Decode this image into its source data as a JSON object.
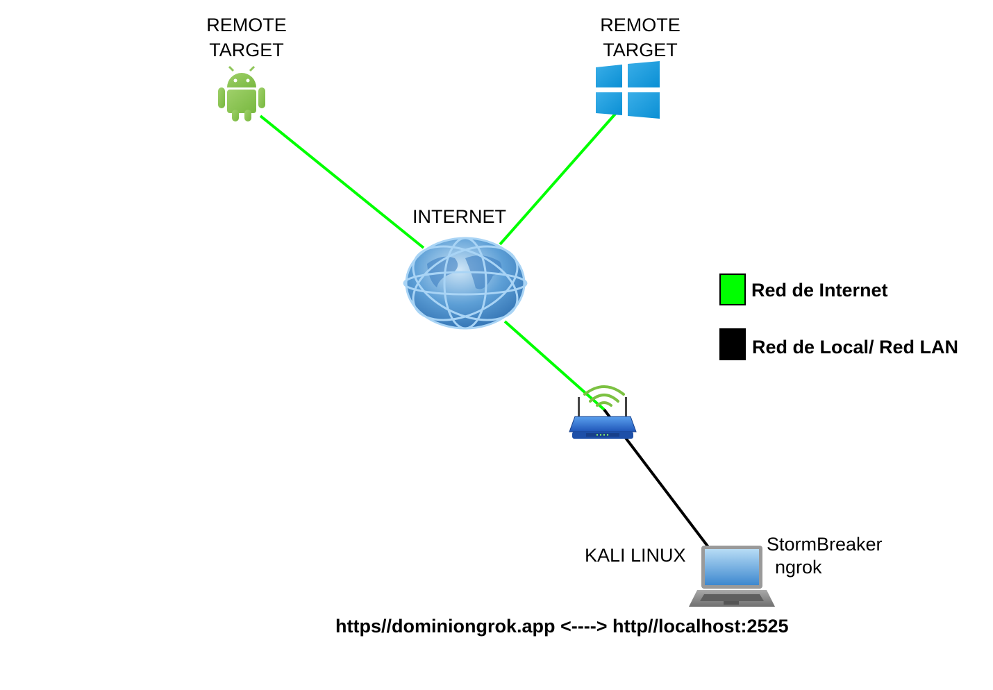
{
  "nodes": {
    "android": {
      "label_line1": "REMOTE",
      "label_line2": "TARGET",
      "icon": "android-icon"
    },
    "windows": {
      "label_line1": "REMOTE",
      "label_line2": "TARGET",
      "icon": "windows-icon"
    },
    "internet": {
      "label": "INTERNET",
      "icon": "globe-icon"
    },
    "router": {
      "icon": "wifi-router-icon"
    },
    "kali": {
      "label": "KALI LINUX",
      "icon": "laptop-icon",
      "tools_line1": "StormBreaker",
      "tools_line2": "ngrok"
    }
  },
  "links": [
    {
      "from": "android",
      "to": "internet",
      "type": "internet",
      "color": "#00ff00"
    },
    {
      "from": "windows",
      "to": "internet",
      "type": "internet",
      "color": "#00ff00"
    },
    {
      "from": "internet",
      "to": "router",
      "type": "internet",
      "color": "#00ff00"
    },
    {
      "from": "router",
      "to": "kali",
      "type": "lan",
      "color": "#000000"
    }
  ],
  "legend": [
    {
      "label": "Red de Internet",
      "color": "#00ff00"
    },
    {
      "label": "Red de Local/ Red LAN",
      "color": "#000000"
    }
  ],
  "footer": {
    "tunnel_text": "https//dominiongrok.app <----> http//localhost:2525"
  }
}
